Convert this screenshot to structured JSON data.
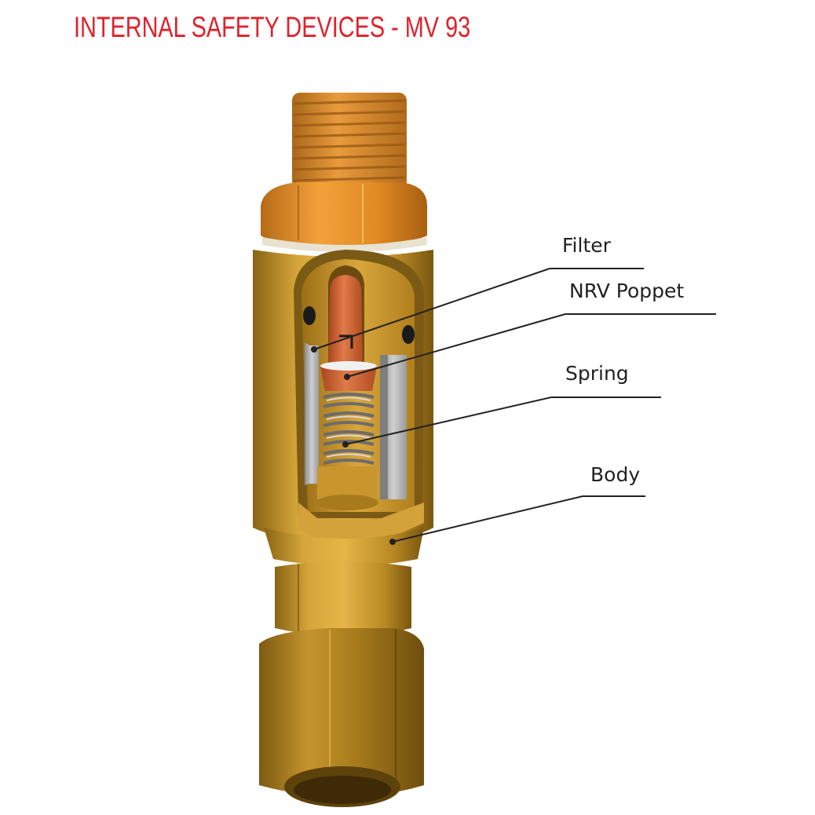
{
  "title": "INTERNAL SAFETY DEVICES - MV 93",
  "labels": {
    "filter": "Filter",
    "nrv_poppet": "NRV Poppet",
    "spring": "Spring",
    "body": "Body"
  },
  "colors": {
    "title": "#e0212b",
    "brass": "#c8952a",
    "brass_dark": "#8a6414",
    "orange_nut": "#e8922a",
    "poppet": "#d2693a",
    "filter_grey": "#a8a8a8",
    "spring_grey": "#9a9a9a",
    "leader": "#222222"
  }
}
